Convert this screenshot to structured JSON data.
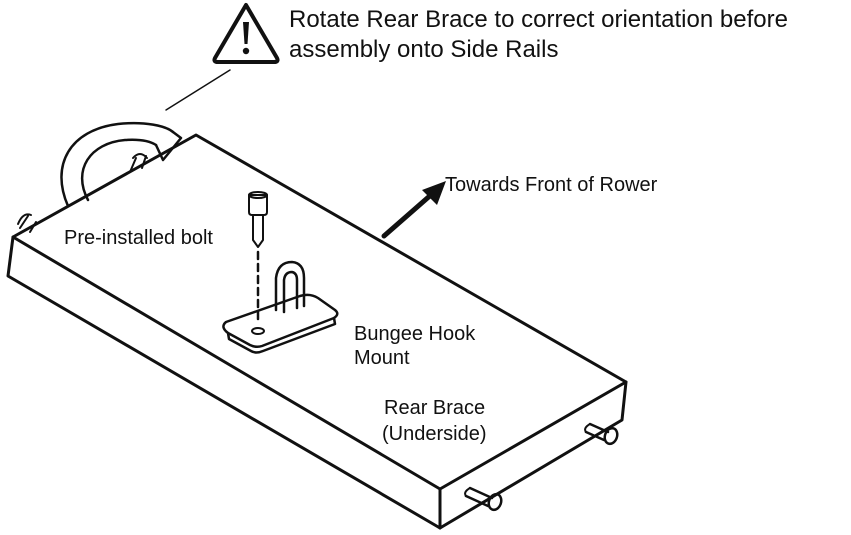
{
  "warning": {
    "icon": "warning-triangle-icon",
    "line1": "Rotate Rear Brace to correct orientation before",
    "line2": "assembly onto Side Rails"
  },
  "labels": {
    "front": "Towards Front of Rower",
    "bolt": "Pre-installed bolt",
    "hook_line1": "Bungee Hook",
    "hook_line2": "Mount",
    "brace_line1": "Rear Brace",
    "brace_line2": "(Underside)"
  }
}
